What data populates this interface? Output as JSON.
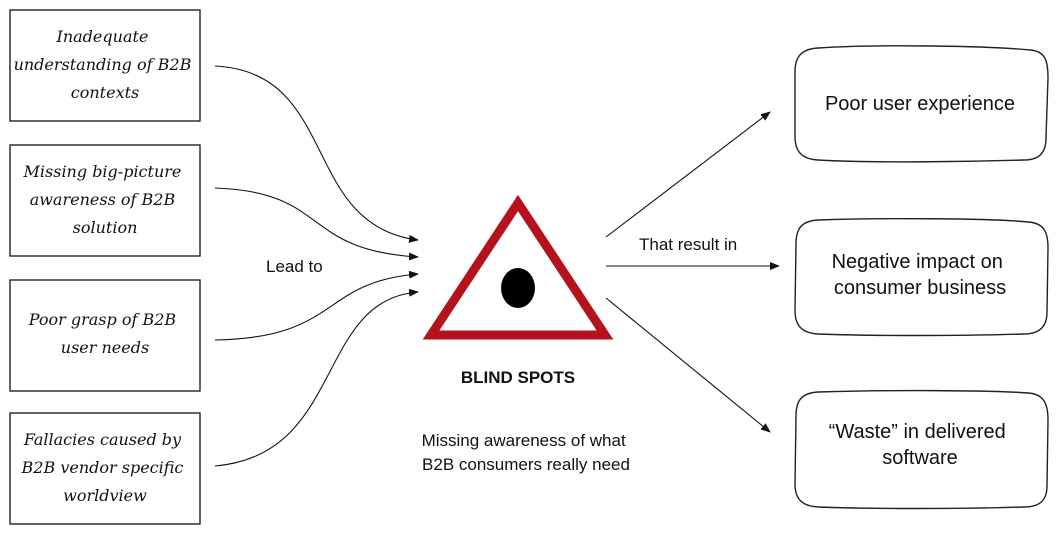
{
  "causes": [
    {
      "lines": [
        "Inadequate",
        "understanding of B2B",
        "contexts"
      ]
    },
    {
      "lines": [
        "Missing big-picture",
        "awareness of B2B",
        "solution"
      ]
    },
    {
      "lines": [
        "Poor grasp of B2B",
        "user needs"
      ]
    },
    {
      "lines": [
        "Fallacies caused by",
        "B2B vendor specific",
        "worldview"
      ]
    }
  ],
  "lead_label": "Lead to",
  "result_label": "That result in",
  "center": {
    "title": "BLIND SPOTS",
    "subtitle_lines": [
      "Missing awareness of what",
      "B2B consumers really need"
    ],
    "triangle_color": "#b5121b",
    "eye_color": "#000000"
  },
  "effects": [
    {
      "lines": [
        "Poor user experience"
      ]
    },
    {
      "lines": [
        "Negative impact on",
        "consumer business"
      ]
    },
    {
      "lines": [
        "“Waste” in delivered",
        "software"
      ]
    }
  ]
}
